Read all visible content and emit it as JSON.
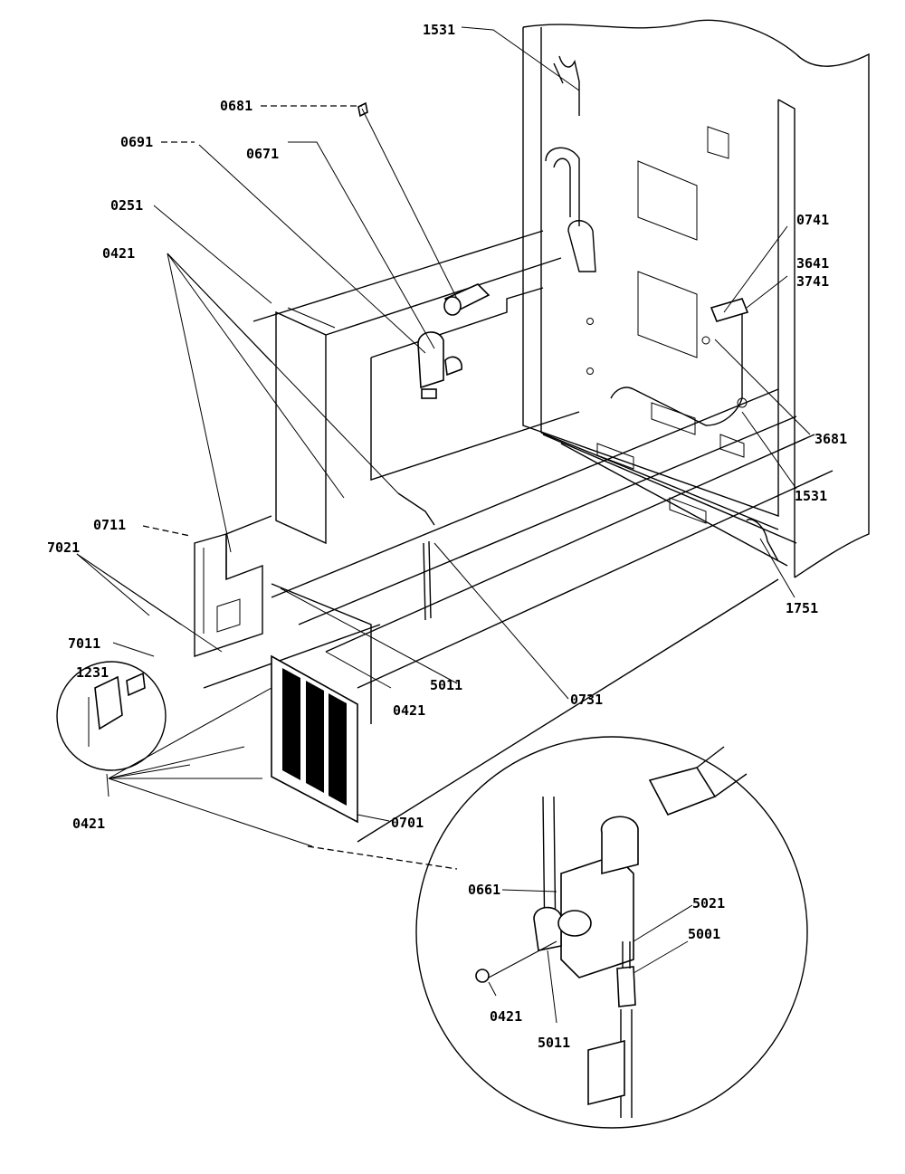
{
  "labels": {
    "l1531_top": "1531",
    "l0681": "0681",
    "l0691": "0691",
    "l0671": "0671",
    "l0251": "0251",
    "l0421_upper": "0421",
    "l0741": "0741",
    "l3641": "3641",
    "l3741": "3741",
    "l3681": "3681",
    "l1531_right": "1531",
    "l0711": "0711",
    "l7021": "7021",
    "l1751": "1751",
    "l7011": "7011",
    "l1231": "1231",
    "l5011_mid": "5011",
    "l0421_mid": "0421",
    "l0731": "0731",
    "l0421_left": "0421",
    "l0701": "0701",
    "l0661": "0661",
    "l5021": "5021",
    "l5001": "5001",
    "l0421_detail": "0421",
    "l5011_detail": "5011"
  }
}
